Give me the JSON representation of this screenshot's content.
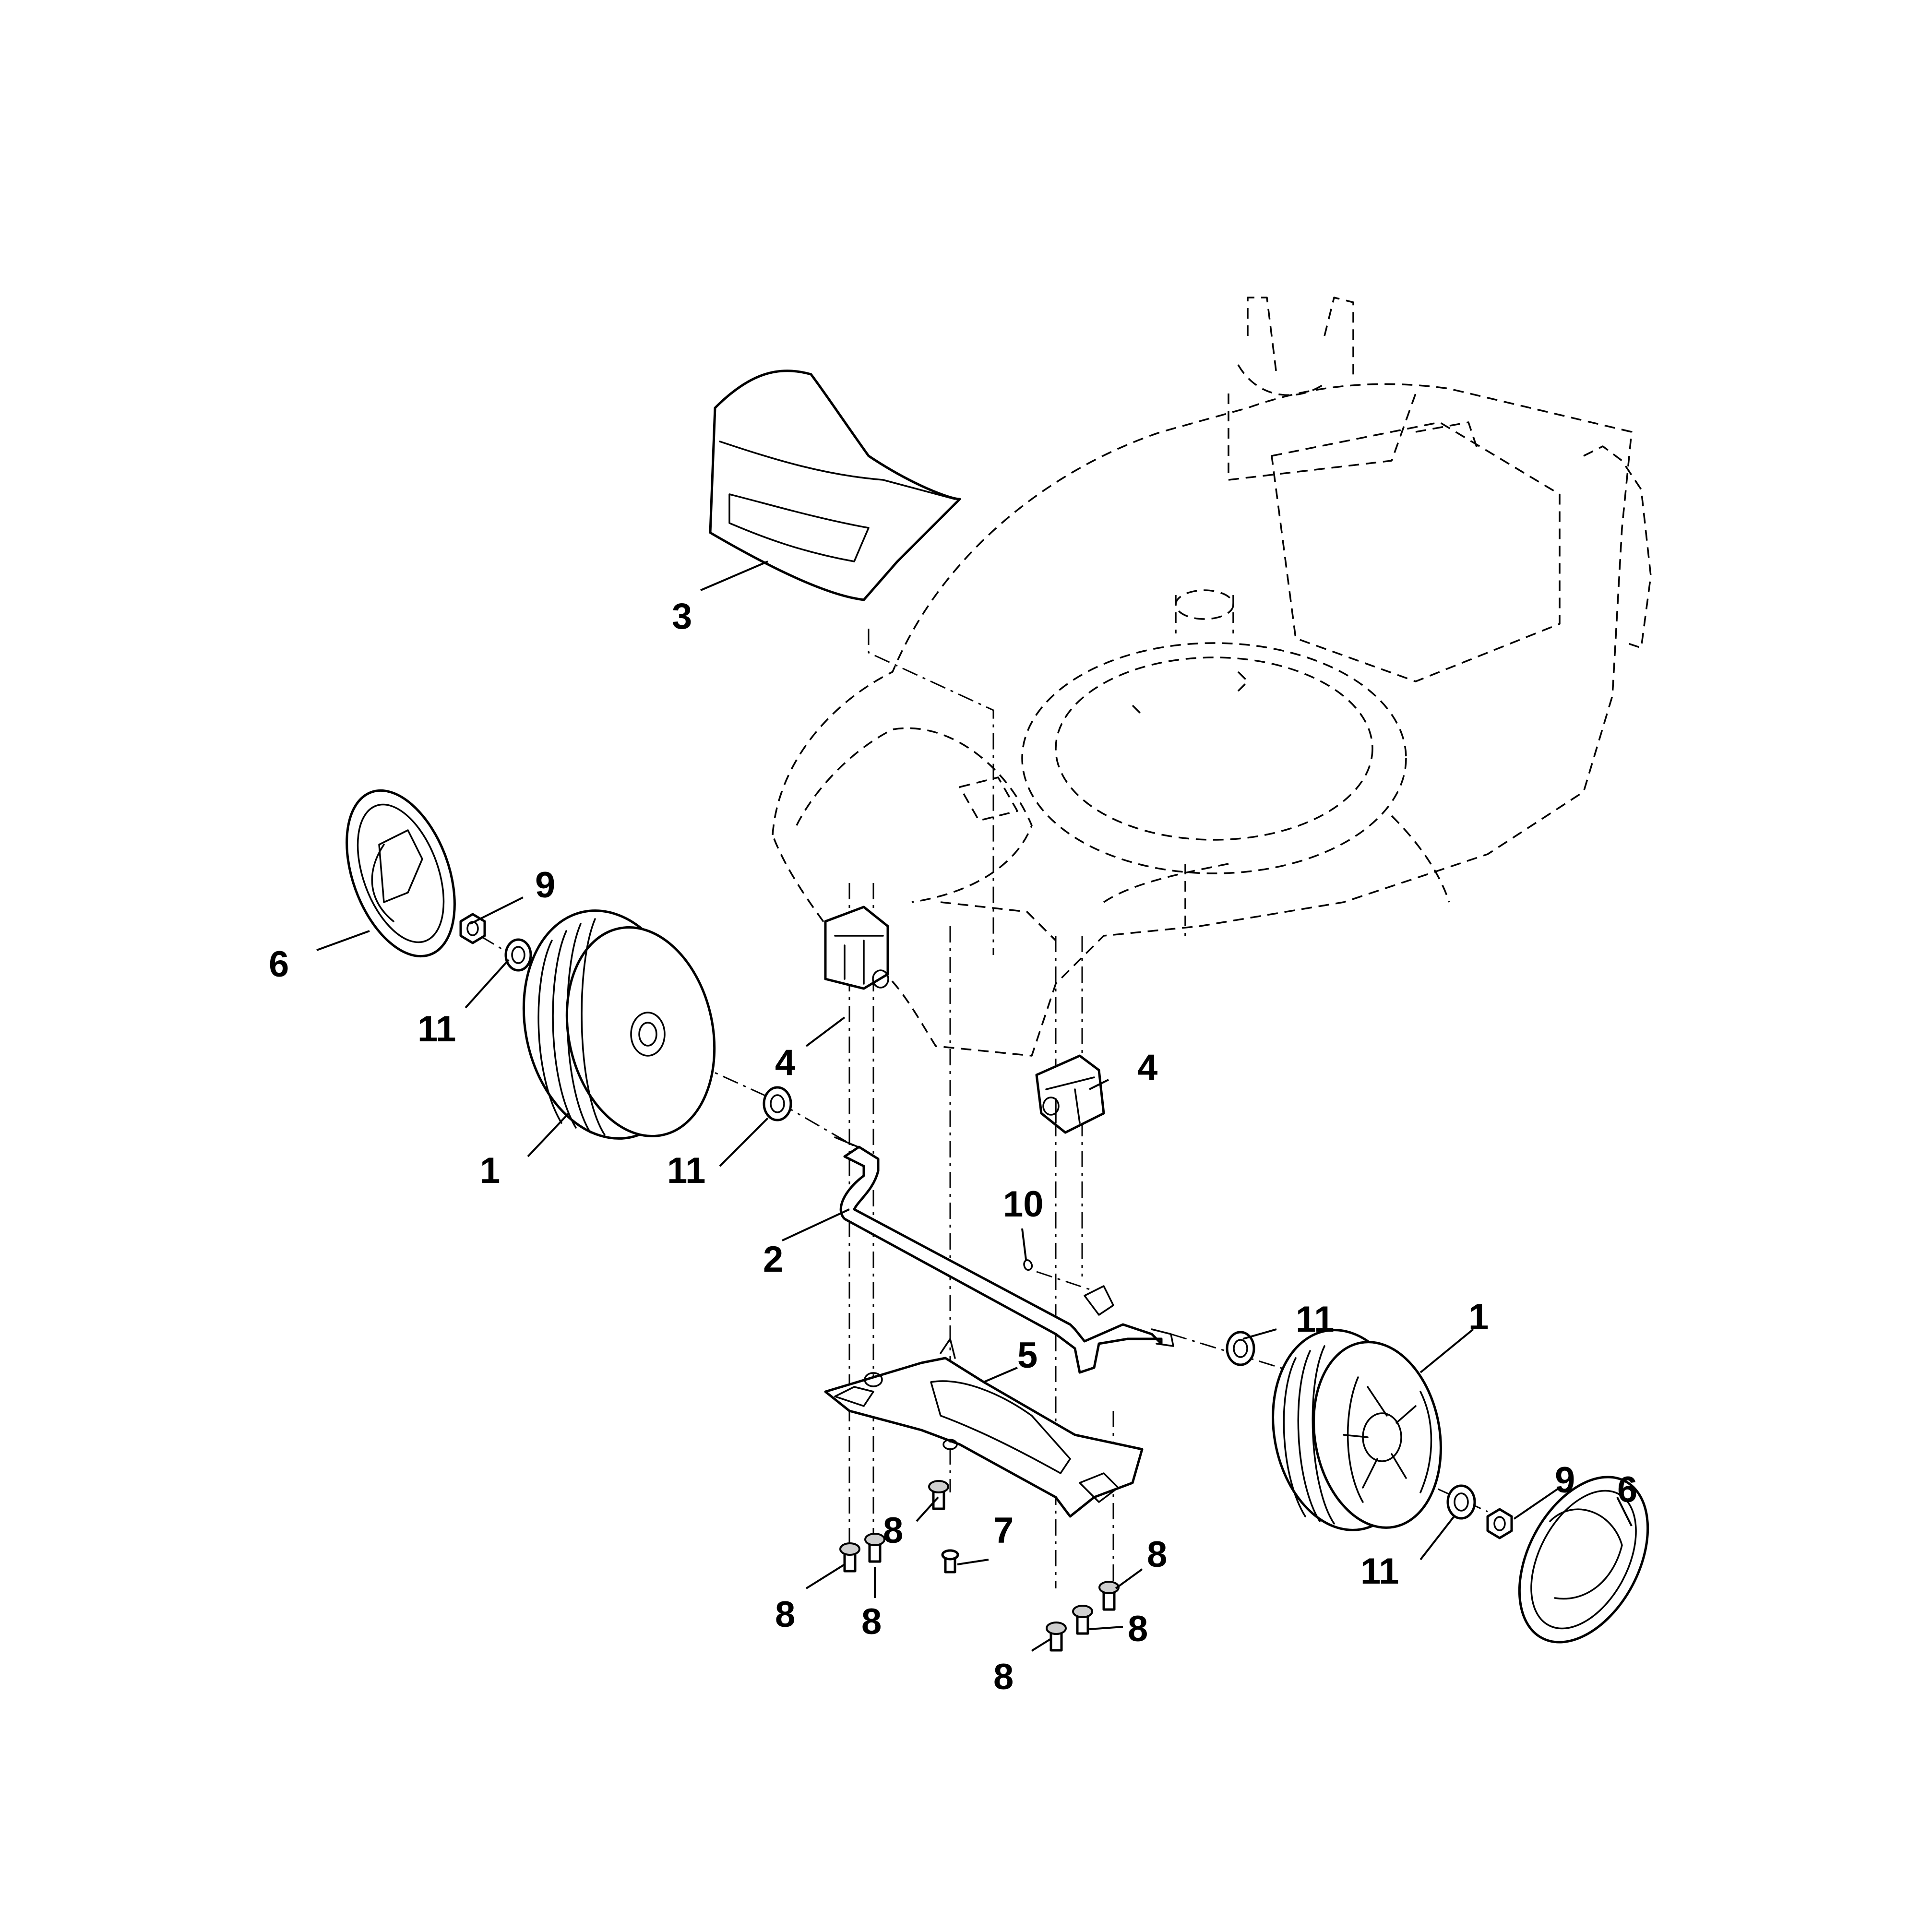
{
  "callouts": {
    "c1_left": "1",
    "c1_right": "1",
    "c2": "2",
    "c3": "3",
    "c4_left": "4",
    "c4_right": "4",
    "c5": "5",
    "c6_left": "6",
    "c6_right": "6",
    "c7": "7",
    "c8_a": "8",
    "c8_b": "8",
    "c8_c": "8",
    "c8_d": "8",
    "c8_e": "8",
    "c8_f": "8",
    "c9_left": "9",
    "c9_right": "9",
    "c10": "10",
    "c11_a": "11",
    "c11_b": "11",
    "c11_c": "11",
    "c11_d": "11"
  }
}
